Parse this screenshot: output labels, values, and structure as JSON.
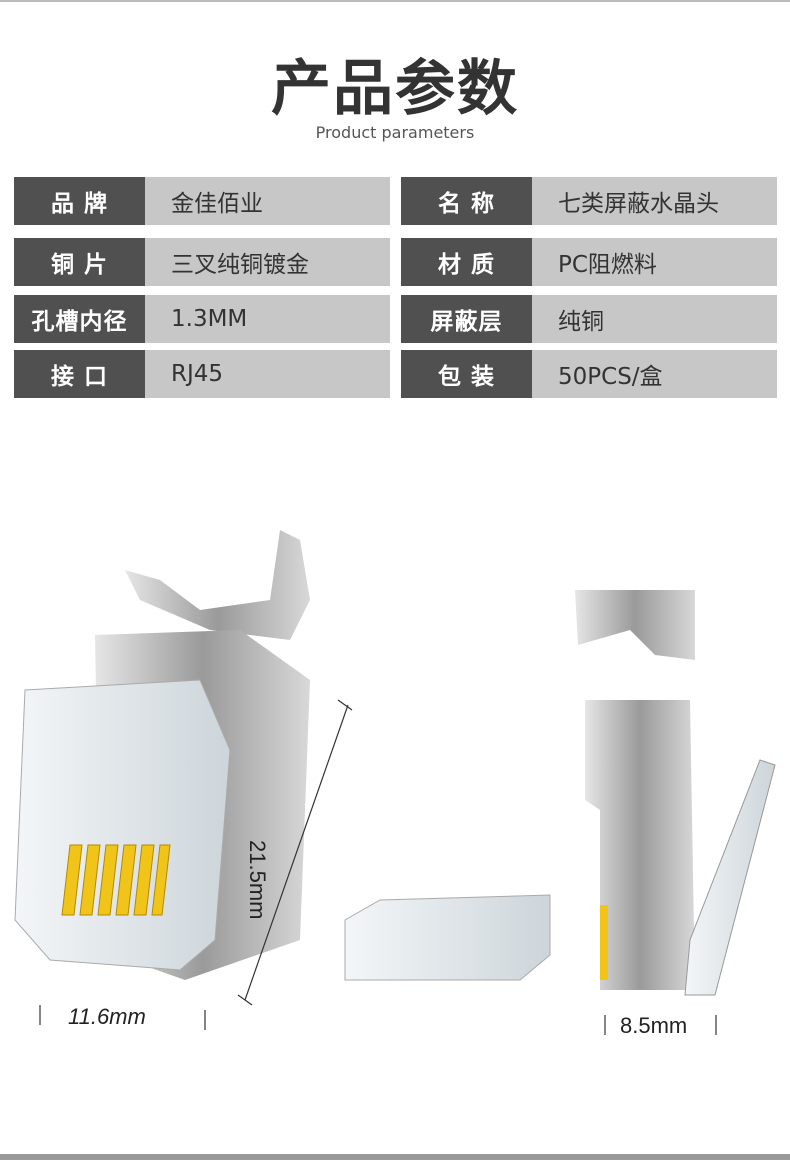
{
  "header": {
    "title": "产品参数",
    "subtitle": "Product parameters"
  },
  "params": [
    {
      "label": "品 牌",
      "value": "金佳佰业"
    },
    {
      "label": "名 称",
      "value": "七类屏蔽水晶头"
    },
    {
      "label": "铜 片",
      "value": "三叉纯铜镀金"
    },
    {
      "label": "材 质",
      "value": "PC阻燃料"
    },
    {
      "label": "孔槽内径",
      "value": "1.3MM"
    },
    {
      "label": "屏蔽层",
      "value": "纯铜"
    },
    {
      "label": "接 口",
      "value": "RJ45"
    },
    {
      "label": "包 装",
      "value": "50PCS/盒"
    }
  ],
  "dimensions": {
    "height": "21.5mm",
    "width": "11.6mm",
    "depth": "8.5mm"
  }
}
